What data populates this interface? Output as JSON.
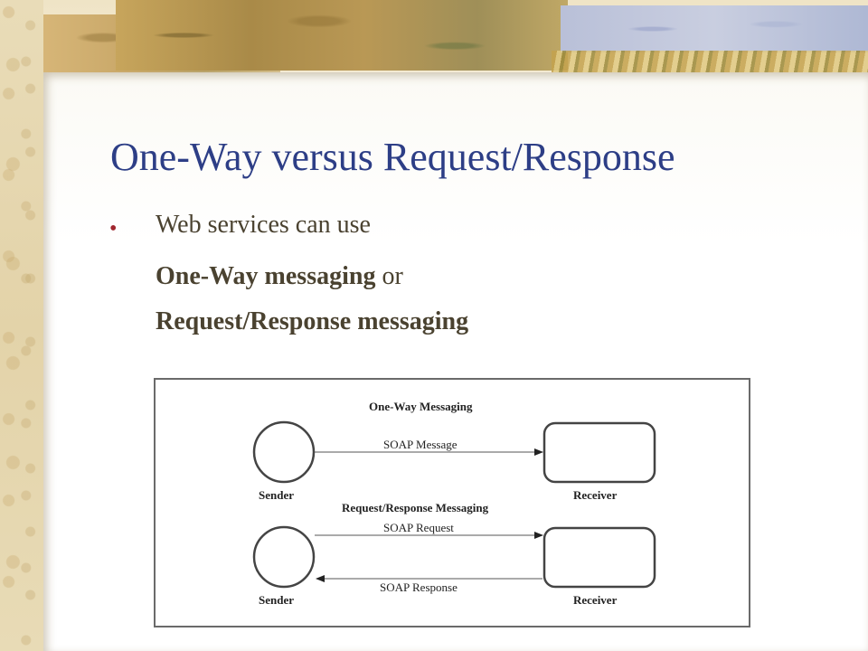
{
  "slide": {
    "title": "One-Way versus Request/Response",
    "bullet_char": "•",
    "lines": {
      "l1": "Web services can use",
      "l2_bold": "One-Way messaging",
      "l2_rest": " or",
      "l3_bold": "Request/Response messaging"
    }
  },
  "diagram": {
    "one_way_heading": "One-Way Messaging",
    "one_way_message": "SOAP Message",
    "one_way_sender": "Sender",
    "one_way_receiver": "Receiver",
    "rr_heading": "Request/Response Messaging",
    "rr_request": "SOAP Request",
    "rr_response": "SOAP Response",
    "rr_sender": "Sender",
    "rr_receiver": "Receiver"
  },
  "colors": {
    "title": "#2d3e86",
    "bullet": "#a0262e",
    "body_text": "#4a4230"
  }
}
